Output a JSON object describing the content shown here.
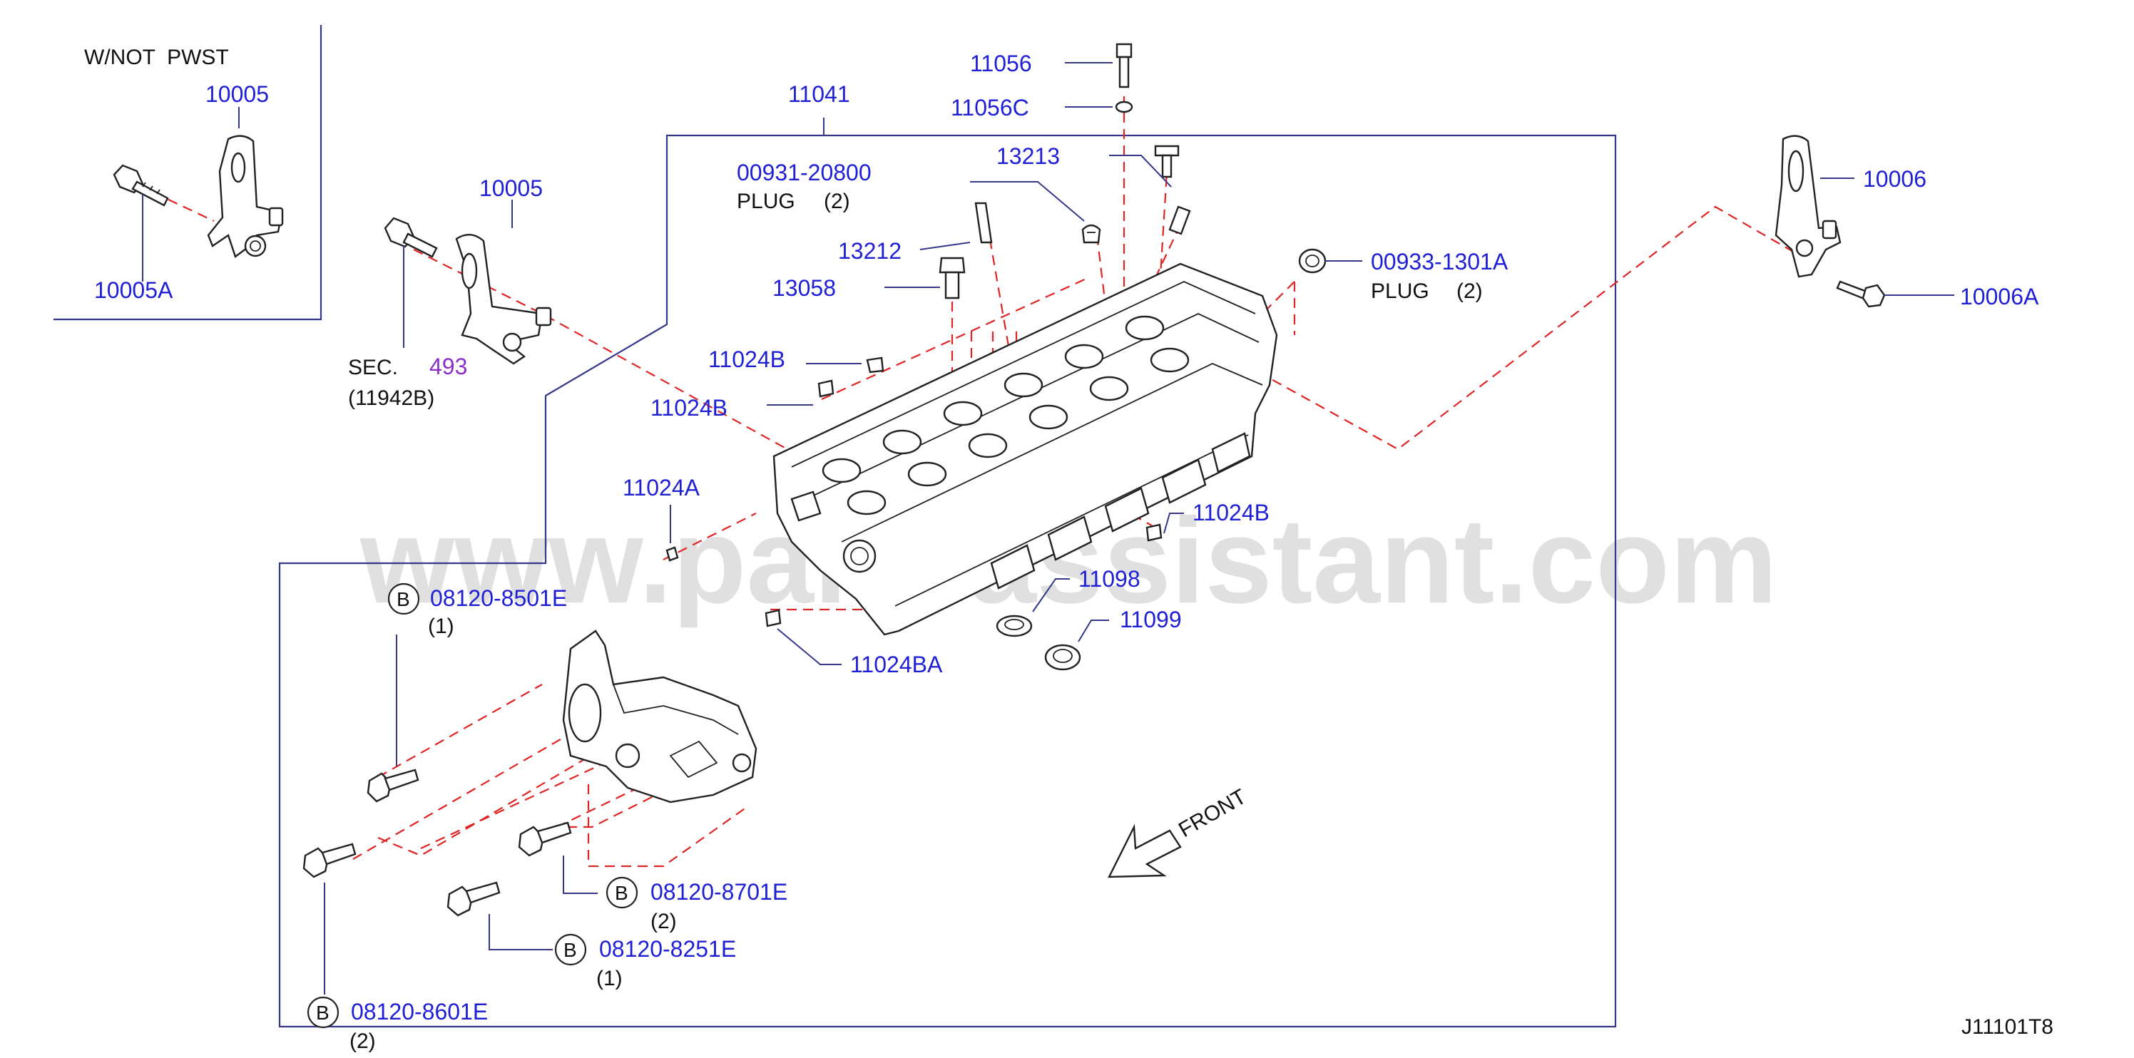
{
  "watermark": "www.partsassistant.com",
  "diagram_id": "J11101T8",
  "front_label": "FRONT",
  "variant_note": "W/NOT  PWST",
  "sec_ref": {
    "prefix": "SEC.",
    "number": "493",
    "part": "(11942B)"
  },
  "callouts": {
    "c10005_inset": "10005",
    "c10005a": "10005A",
    "c10005": "10005",
    "c11041": "11041",
    "c11056": "11056",
    "c11056c": "11056C",
    "c00931": "00931-20800",
    "plug1_label": "PLUG",
    "plug1_qty": "(2)",
    "c13213": "13213",
    "c13212": "13212",
    "c13058": "13058",
    "c11024b_1": "11024B",
    "c11024b_2": "11024B",
    "c11024a": "11024A",
    "c11024b_3": "11024B",
    "c11098": "11098",
    "c11099": "11099",
    "c11024ba": "11024BA",
    "c00933": "00933-1301A",
    "plug2_label": "PLUG",
    "plug2_qty": "(2)",
    "c10006": "10006",
    "c10006a": "10006A"
  },
  "bolt_callouts": [
    {
      "badge": "B",
      "part": "08120-8501E",
      "qty": "(1)"
    },
    {
      "badge": "B",
      "part": "08120-8701E",
      "qty": "(2)"
    },
    {
      "badge": "B",
      "part": "08120-8251E",
      "qty": "(1)"
    },
    {
      "badge": "B",
      "part": "08120-8601E",
      "qty": "(2)"
    }
  ],
  "colors": {
    "callout": "#1f1fd6",
    "frame": "#35378a",
    "dashed_guides": "#e02424",
    "sec_number": "#8a2fc9"
  }
}
